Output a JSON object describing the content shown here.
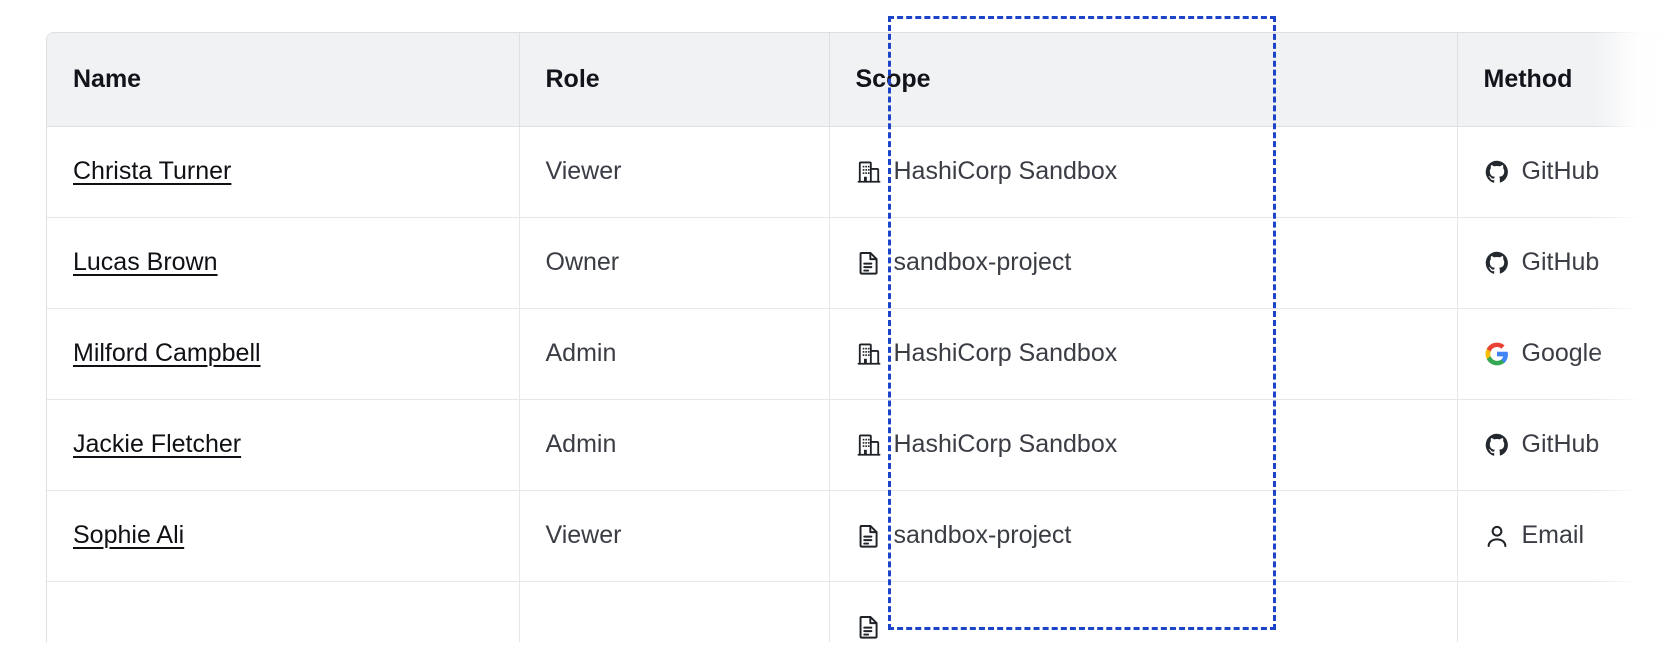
{
  "table": {
    "columns": [
      {
        "key": "name",
        "label": "Name"
      },
      {
        "key": "role",
        "label": "Role"
      },
      {
        "key": "scope",
        "label": "Scope"
      },
      {
        "key": "blank",
        "label": ""
      },
      {
        "key": "method",
        "label": "Method"
      }
    ],
    "rows": [
      {
        "name": "Christa Turner",
        "role": "Viewer",
        "scope": "HashiCorp Sandbox",
        "scope_icon": "org-building-icon",
        "method": "GitHub",
        "method_icon": "github-icon"
      },
      {
        "name": "Lucas Brown",
        "role": "Owner",
        "scope": "sandbox-project",
        "scope_icon": "project-file-icon",
        "method": "GitHub",
        "method_icon": "github-icon"
      },
      {
        "name": "Milford Campbell",
        "role": "Admin",
        "scope": "HashiCorp Sandbox",
        "scope_icon": "org-building-icon",
        "method": "Google",
        "method_icon": "google-icon"
      },
      {
        "name": "Jackie Fletcher",
        "role": "Admin",
        "scope": "HashiCorp Sandbox",
        "scope_icon": "org-building-icon",
        "method": "GitHub",
        "method_icon": "github-icon"
      },
      {
        "name": "Sophie Ali",
        "role": "Viewer",
        "scope": "sandbox-project",
        "scope_icon": "project-file-icon",
        "method": "Email",
        "method_icon": "user-person-icon"
      },
      {
        "name": "",
        "role": "",
        "scope": "",
        "scope_icon": "project-file-icon",
        "method": "",
        "method_icon": ""
      }
    ]
  },
  "selection": {
    "target_column": "Scope",
    "border_color": "#1b44c8",
    "style": "dashed"
  },
  "colors": {
    "header_bg": "#f1f2f4",
    "header_text": "#11141a",
    "body_text": "#3b3d45",
    "link_text": "#0f1115",
    "border": "#dedfe3",
    "row_border": "#e6e7ea",
    "google_blue": "#4285f4",
    "google_red": "#ea4335",
    "google_yellow": "#fbbc05",
    "google_green": "#34a853",
    "github_dark": "#24292f"
  }
}
